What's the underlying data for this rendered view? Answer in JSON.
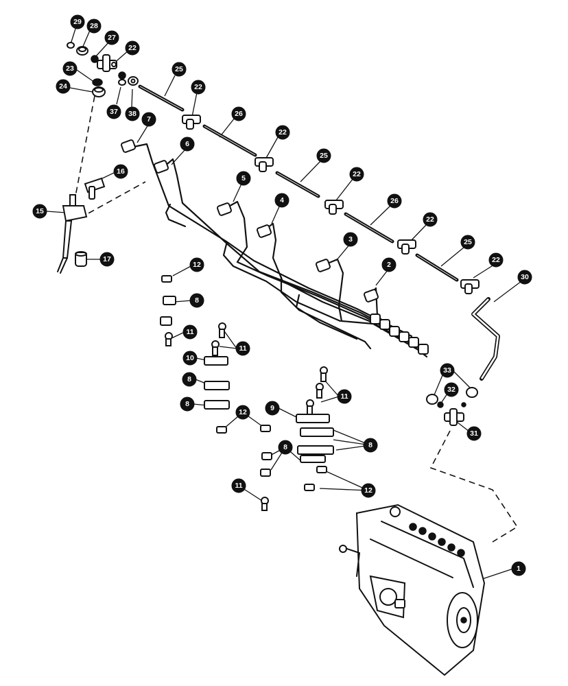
{
  "callouts": [
    {
      "id": "c29",
      "label": "29"
    },
    {
      "id": "c28",
      "label": "28"
    },
    {
      "id": "c27",
      "label": "27"
    },
    {
      "id": "c22a",
      "label": "22"
    },
    {
      "id": "c23",
      "label": "23"
    },
    {
      "id": "c24",
      "label": "24"
    },
    {
      "id": "c37",
      "label": "37"
    },
    {
      "id": "c38",
      "label": "38"
    },
    {
      "id": "c25a",
      "label": "25"
    },
    {
      "id": "c22b",
      "label": "22"
    },
    {
      "id": "c26a",
      "label": "26"
    },
    {
      "id": "c22c",
      "label": "22"
    },
    {
      "id": "c25b",
      "label": "25"
    },
    {
      "id": "c22d",
      "label": "22"
    },
    {
      "id": "c26b",
      "label": "26"
    },
    {
      "id": "c22e",
      "label": "22"
    },
    {
      "id": "c25c",
      "label": "25"
    },
    {
      "id": "c22f",
      "label": "22"
    },
    {
      "id": "c30",
      "label": "30"
    },
    {
      "id": "c7",
      "label": "7"
    },
    {
      "id": "c6",
      "label": "6"
    },
    {
      "id": "c5",
      "label": "5"
    },
    {
      "id": "c4",
      "label": "4"
    },
    {
      "id": "c3",
      "label": "3"
    },
    {
      "id": "c2",
      "label": "2"
    },
    {
      "id": "c16",
      "label": "16"
    },
    {
      "id": "c15",
      "label": "15"
    },
    {
      "id": "c17",
      "label": "17"
    },
    {
      "id": "c12a",
      "label": "12"
    },
    {
      "id": "c8a",
      "label": "8"
    },
    {
      "id": "c11a",
      "label": "11"
    },
    {
      "id": "c11b",
      "label": "11"
    },
    {
      "id": "c10",
      "label": "10"
    },
    {
      "id": "c8b",
      "label": "8"
    },
    {
      "id": "c8c",
      "label": "8"
    },
    {
      "id": "c12b",
      "label": "12"
    },
    {
      "id": "c11c",
      "label": "11"
    },
    {
      "id": "c9",
      "label": "9"
    },
    {
      "id": "c8d",
      "label": "8"
    },
    {
      "id": "c8e",
      "label": "8"
    },
    {
      "id": "c12c",
      "label": "12"
    },
    {
      "id": "c11d",
      "label": "11"
    },
    {
      "id": "c33",
      "label": "33"
    },
    {
      "id": "c32",
      "label": "32"
    },
    {
      "id": "c31",
      "label": "31"
    },
    {
      "id": "c1",
      "label": "1"
    }
  ]
}
